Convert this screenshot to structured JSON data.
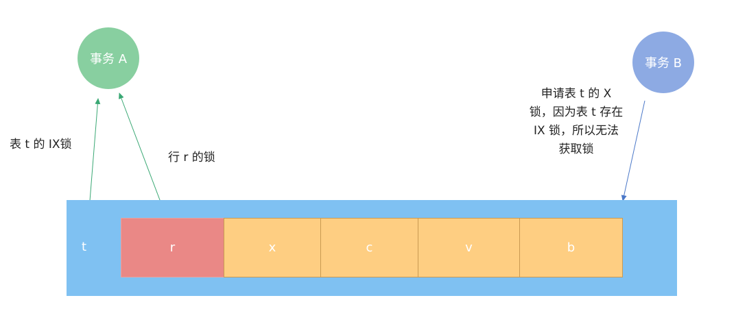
{
  "transaction_a": {
    "label": "事务 A",
    "color": "#88cfa0"
  },
  "transaction_b": {
    "label": "事务 B",
    "color": "#8daae3"
  },
  "table_lock_label": "表 t 的 IX锁",
  "row_lock_label": "行 r 的锁",
  "transaction_b_note": "申请表 t 的 X 锁，因为表 t 存在 IX 锁，所以无法获取锁",
  "table": {
    "name": "t",
    "color": "#7fc1f2",
    "rows": [
      {
        "label": "r",
        "locked": true
      },
      {
        "label": "x",
        "locked": false
      },
      {
        "label": "c",
        "locked": false
      },
      {
        "label": "v",
        "locked": false
      },
      {
        "label": "b",
        "locked": false
      }
    ]
  },
  "colors": {
    "locked_row": "#ea8886",
    "free_row": "#fece82",
    "arrow_a": "#3aa874",
    "arrow_b": "#4b78c8"
  }
}
